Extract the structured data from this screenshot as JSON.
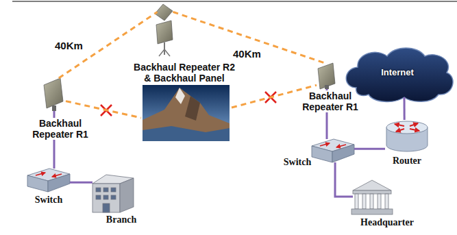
{
  "diagram": {
    "nodes": [
      {
        "text": [
          "Backhaul Repeater R2 & Backhaul Panel"
        ]
      },
      {
        "text": [
          "Internet"
        ]
      },
      {
        "text": [
          "Backhaul Repeater R1"
        ]
      },
      {
        "text": [
          "Backhaul Repeater R1"
        ]
      },
      {
        "text": [
          "Router"
        ]
      },
      {
        "text": [
          "Switch"
        ]
      },
      {
        "text": [
          "Switch"
        ]
      },
      {
        "text": [
          "Branch"
        ]
      },
      {
        "text": [
          "Headquarter"
        ]
      }
    ],
    "edges": [
      {
        "from": 2,
        "to": 0,
        "arrow": "none",
        "label": "40Km"
      },
      {
        "from": 0,
        "to": 3,
        "arrow": "none",
        "label": "40Km"
      },
      {
        "from": 2,
        "to": 3,
        "arrow": "none"
      },
      {
        "from": 2,
        "to": 6,
        "arrow": "none"
      },
      {
        "from": 6,
        "to": 7,
        "arrow": "none"
      },
      {
        "from": 3,
        "to": 5,
        "arrow": "none"
      },
      {
        "from": 5,
        "to": 4,
        "arrow": "none"
      },
      {
        "from": 4,
        "to": 1,
        "arrow": "none"
      },
      {
        "from": 5,
        "to": 8,
        "arrow": "none"
      }
    ]
  }
}
